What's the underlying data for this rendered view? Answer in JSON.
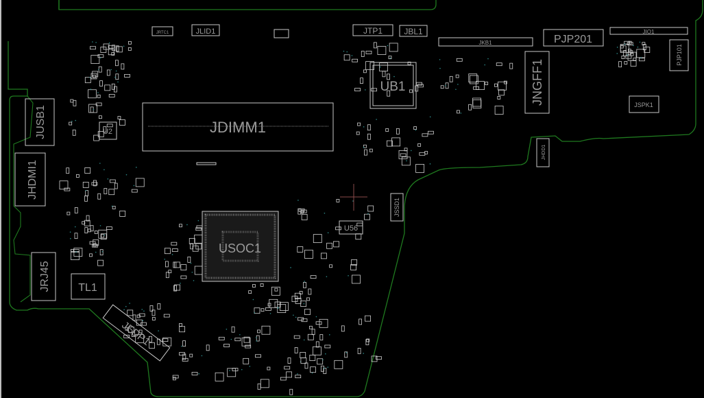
{
  "viewer": {
    "background_color": "#000000",
    "outline_color": "#1f7a1f",
    "part_color": "#c8c8c8",
    "cursor_color": "#8a4a4a"
  },
  "components": {
    "jrtc1": "JRTC1",
    "jlid1": "JLID1",
    "jtp1": "JTP1",
    "jbl1": "JBL1",
    "jkb1": "JKB1",
    "pjp201": "PJP201",
    "jio1": "JIO1",
    "pjp101": "PJP101",
    "ub1": "UB1",
    "jngff1": "JNGFF1",
    "jspk1": "JSPK1",
    "jhdd1": "JHDD1",
    "jdimm1": "JDIMM1",
    "jusb1": "JUSB1",
    "u2": "U2",
    "jhdmi1": "JHDMI1",
    "jssd1": "JSSD1",
    "u56": "U56",
    "usoc1": "USOC1",
    "jrj45": "JRJ45",
    "tl1": "TL1",
    "jedp1": "JEDP1"
  }
}
